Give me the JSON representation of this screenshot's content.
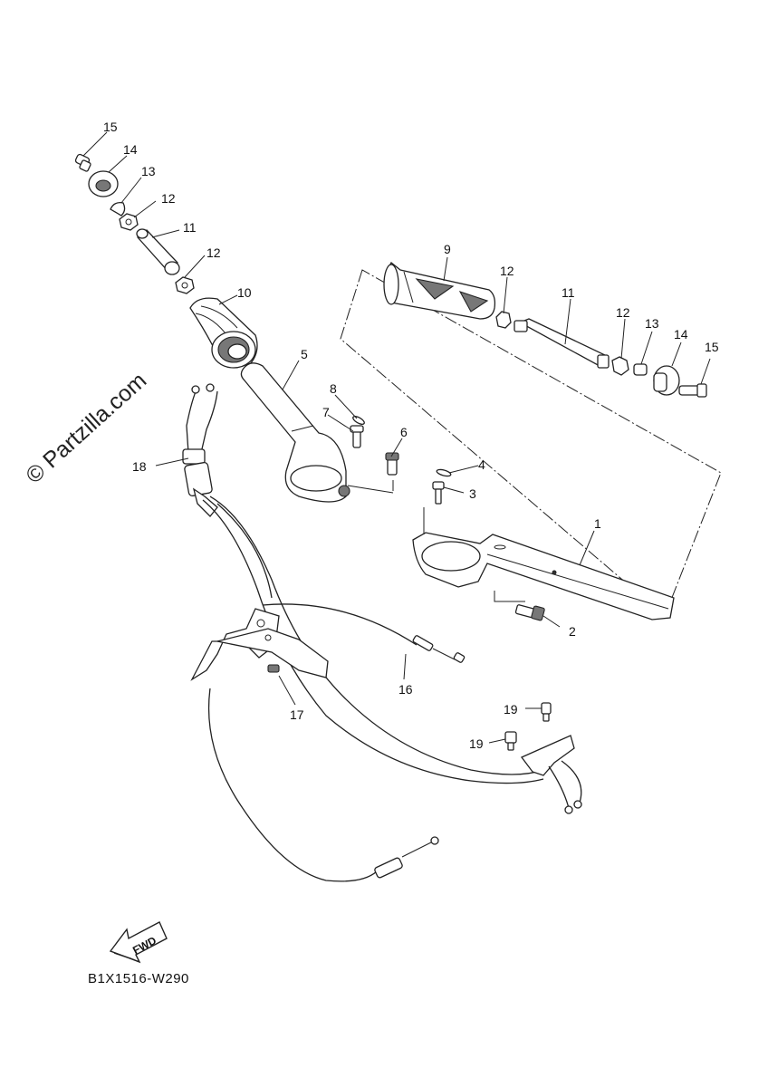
{
  "watermark": "© Partzilla.com",
  "diagram_code": "B1X1516-W290",
  "fwd_label": "FWD",
  "callouts": {
    "c1": "1",
    "c2": "2",
    "c3": "3",
    "c4": "4",
    "c5": "5",
    "c6": "6",
    "c7": "7",
    "c8": "8",
    "c9": "9",
    "c10": "10",
    "c11a": "11",
    "c11b": "11",
    "c12a": "12",
    "c12b": "12",
    "c12c": "12",
    "c12d": "12",
    "c13a": "13",
    "c13b": "13",
    "c14a": "14",
    "c14b": "14",
    "c15a": "15",
    "c15b": "15",
    "c16": "16",
    "c17": "17",
    "c18": "18",
    "c19a": "19",
    "c19b": "19"
  }
}
